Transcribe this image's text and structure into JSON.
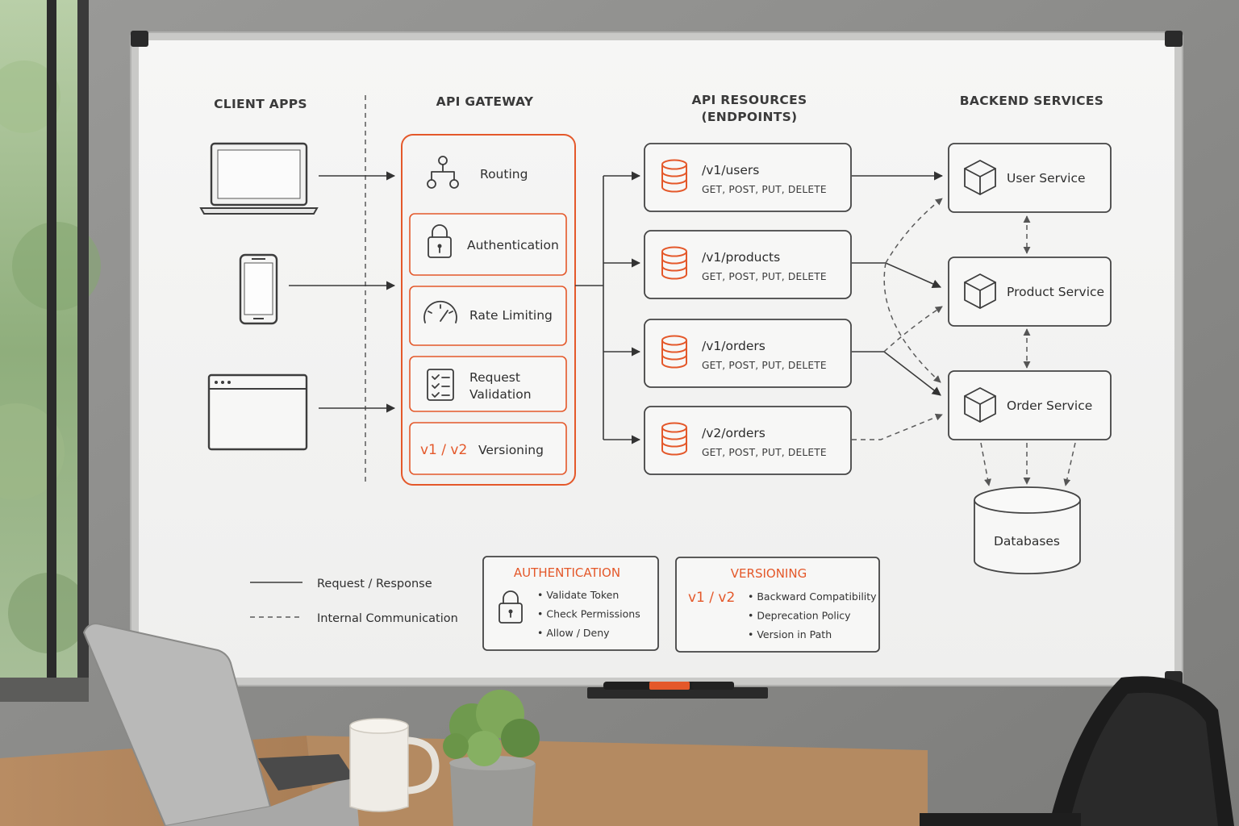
{
  "columns": {
    "client": "CLIENT APPS",
    "gateway": "API GATEWAY",
    "resources_line1": "API RESOURCES",
    "resources_line2": "(ENDPOINTS)",
    "backend": "BACKEND SERVICES"
  },
  "gateway": {
    "routing": "Routing",
    "auth": "Authentication",
    "rate": "Rate Limiting",
    "validation_line1": "Request",
    "validation_line2": "Validation",
    "version_tag": "v1 / v2",
    "versioning": "Versioning"
  },
  "endpoints": [
    {
      "path": "/v1/users",
      "methods": "GET, POST, PUT, DELETE"
    },
    {
      "path": "/v1/products",
      "methods": "GET, POST, PUT, DELETE"
    },
    {
      "path": "/v1/orders",
      "methods": "GET, POST, PUT, DELETE"
    },
    {
      "path": "/v2/orders",
      "methods": "GET, POST, PUT, DELETE"
    }
  ],
  "services": [
    "User Service",
    "Product Service",
    "Order Service"
  ],
  "database": "Databases",
  "legend": {
    "solid": "Request / Response",
    "dashed": "Internal Communication"
  },
  "auth_card": {
    "title": "AUTHENTICATION",
    "items": [
      "Validate Token",
      "Check Permissions",
      "Allow / Deny"
    ]
  },
  "version_card": {
    "title": "VERSIONING",
    "tag": "v1 / v2",
    "items": [
      "Backward Compatibility",
      "Deprecation Policy",
      "Version in Path"
    ]
  },
  "colors": {
    "accent": "#e4582a",
    "ink": "#3a3a3a",
    "board": "#f5f5f4",
    "wall": "#8e8e8c"
  },
  "icons": [
    "laptop-icon",
    "phone-icon",
    "browser-window-icon",
    "routing-tree-icon",
    "lock-icon",
    "gauge-icon",
    "checklist-icon",
    "database-icon",
    "cube-icon"
  ]
}
